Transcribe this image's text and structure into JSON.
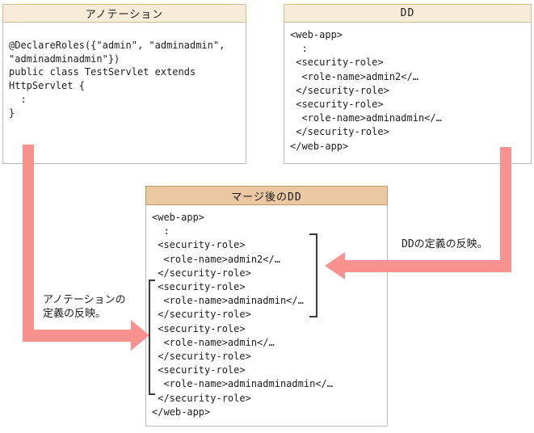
{
  "boxes": {
    "annotation": {
      "title": "アノテーション",
      "code": "@DeclareRoles({\"admin\", \"adminadmin\",\n\"adminadminadmin\"})\npublic class TestServlet extends\nHttpServlet {\n  :\n}"
    },
    "dd": {
      "title": "DD",
      "code": "<web-app>\n  :\n <security-role>\n  <role-name>admin2</…\n </security-role>\n <security-role>\n  <role-name>adminadmin</…\n </security-role>\n</web-app>"
    },
    "merged": {
      "title": "マージ後のDD",
      "code": "<web-app>\n  :\n <security-role>\n  <role-name>admin2</…\n </security-role>\n <security-role>\n  <role-name>adminadmin</…\n </security-role>\n <security-role>\n  <role-name>admin</…\n </security-role>\n <security-role>\n  <role-name>adminadminadmin</…\n </security-role>\n</web-app>"
    }
  },
  "labels": {
    "dd_reflection": "DDの定義の反映。",
    "annotation_reflection": "アノテーションの\n定義の反映。"
  },
  "colors": {
    "arrow": "#f9928f",
    "header_light": "#f8ecd8",
    "header_dark": "#eac8a2",
    "box_border": "#b9b9b9",
    "bracket": "#3a3a3a"
  }
}
